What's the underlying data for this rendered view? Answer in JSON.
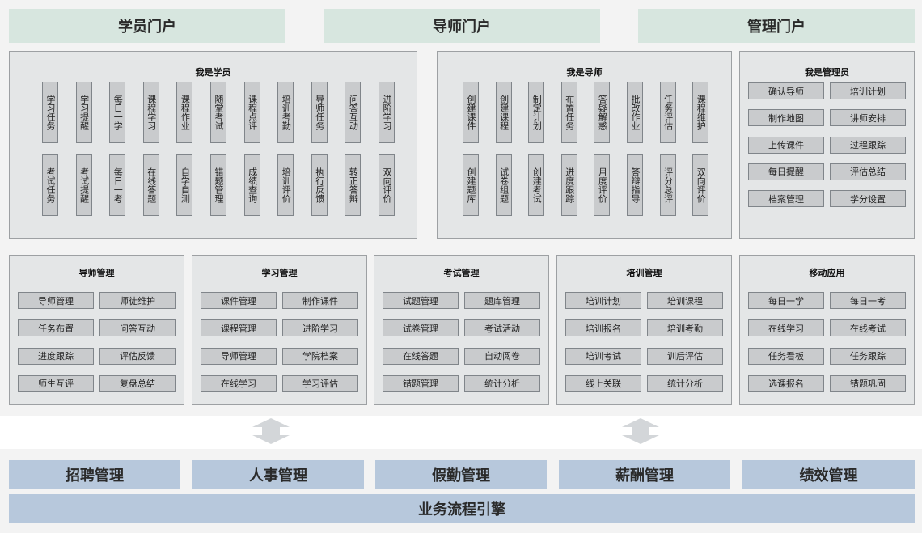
{
  "portals": [
    "学员门户",
    "导师门户",
    "管理门户"
  ],
  "student": {
    "title": "我是学员",
    "row1": [
      "学习任务",
      "学习提醒",
      "每日一学",
      "课程学习",
      "课程作业",
      "随堂考试",
      "课程点评",
      "培训考勤",
      "导师任务",
      "问答互动",
      "进阶学习"
    ],
    "row2": [
      "考试任务",
      "考试提醒",
      "每日一考",
      "在线答题",
      "自学自测",
      "错题管理",
      "成绩查询",
      "培训评价",
      "执行反馈",
      "转正答辩",
      "双向评价"
    ]
  },
  "mentor": {
    "title": "我是导师",
    "row1": [
      "创建课件",
      "创建课程",
      "制定计划",
      "布置任务",
      "答疑解惑",
      "批改作业",
      "任务评估",
      "课程维护"
    ],
    "row2": [
      "创建题库",
      "试卷组题",
      "创建考试",
      "进度跟踪",
      "月度评价",
      "答辩指导",
      "评分总评",
      "双向评价"
    ]
  },
  "admin": {
    "title": "我是管理员",
    "items": [
      "确认导师",
      "培训计划",
      "制作地图",
      "讲师安排",
      "上传课件",
      "过程跟踪",
      "每日提醒",
      "评估总结",
      "档案管理",
      "学分设置"
    ]
  },
  "modules": [
    {
      "title": "导师管理",
      "items": [
        "导师管理",
        "师徒维护",
        "任务布置",
        "问答互动",
        "进度跟踪",
        "评估反馈",
        "师生互评",
        "复盘总结"
      ]
    },
    {
      "title": "学习管理",
      "items": [
        "课件管理",
        "制作课件",
        "课程管理",
        "进阶学习",
        "导师管理",
        "学院档案",
        "在线学习",
        "学习评估"
      ]
    },
    {
      "title": "考试管理",
      "items": [
        "试题管理",
        "题库管理",
        "试卷管理",
        "考试活动",
        "在线答题",
        "自动阅卷",
        "错题管理",
        "统计分析"
      ]
    },
    {
      "title": "培训管理",
      "items": [
        "培训计划",
        "培训课程",
        "培训报名",
        "培训考勤",
        "培训考试",
        "训后评估",
        "线上关联",
        "统计分析"
      ]
    },
    {
      "title": "移动应用",
      "items": [
        "每日一学",
        "每日一考",
        "在线学习",
        "在线考试",
        "任务看板",
        "任务跟踪",
        "选课报名",
        "错题巩固"
      ]
    }
  ],
  "hr_modules": [
    "招聘管理",
    "人事管理",
    "假勤管理",
    "薪酬管理",
    "绩效管理"
  ],
  "engine": "业务流程引擎",
  "colors": {
    "portal": "#d7e6df",
    "panel": "#e4e6e7",
    "cell": "#c9cbcd",
    "module": "#b7c8dc",
    "arrow": "#d3d6d9"
  }
}
